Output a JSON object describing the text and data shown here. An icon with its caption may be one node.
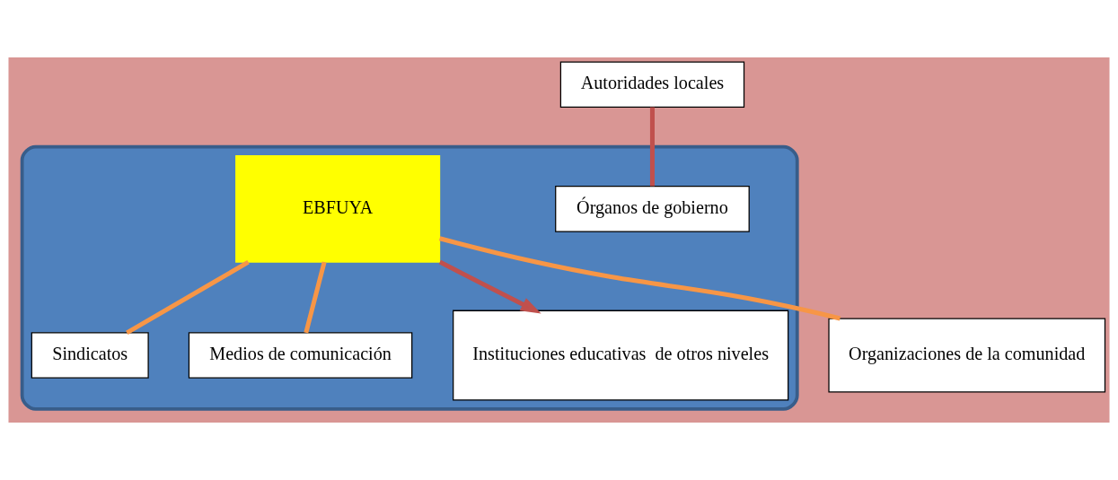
{
  "diagram": {
    "nodes": [
      {
        "text": [],
        "shape": "ellipse"
      },
      {
        "text": [
          "Autoridades locales"
        ]
      },
      {
        "text": [
          "Órganos de gobierno"
        ],
        "in": 0
      },
      {
        "text": [
          "Organizaciones de la comunidad"
        ]
      },
      {
        "text": [
          "EBFUYA"
        ],
        "in": 0
      },
      {
        "text": [
          "Sindicatos"
        ],
        "in": 0
      },
      {
        "text": [
          "Medios de comunicación"
        ],
        "in": 0
      },
      {
        "text": [
          "Instituciones educativas  de otros niveles"
        ],
        "in": 0
      }
    ],
    "edges": [
      {
        "from": 1,
        "to": 2,
        "arrow": "none",
        "color": "#c0504d"
      },
      {
        "from": 4,
        "to": 5,
        "arrow": "none"
      },
      {
        "from": 4,
        "to": 3,
        "arrow": "none"
      },
      {
        "from": 4,
        "to": 6,
        "arrow": "none"
      },
      {
        "from": 4,
        "to": 7,
        "arrow": "to",
        "color": "#c0504d"
      }
    ]
  }
}
